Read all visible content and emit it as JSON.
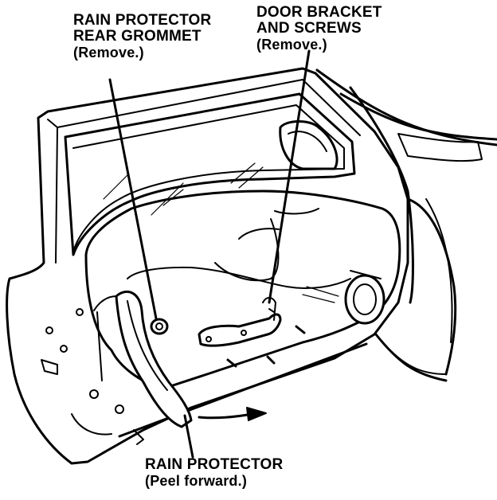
{
  "callouts": {
    "rear_grommet": {
      "line1": "RAIN PROTECTOR",
      "line2": "REAR GROMMET",
      "action": "(Remove.)"
    },
    "door_bracket": {
      "line1": "DOOR BRACKET",
      "line2": "AND SCREWS",
      "action": "(Remove.)"
    },
    "rain_protector": {
      "line1": "RAIN PROTECTOR",
      "action": "(Peel forward.)"
    }
  }
}
